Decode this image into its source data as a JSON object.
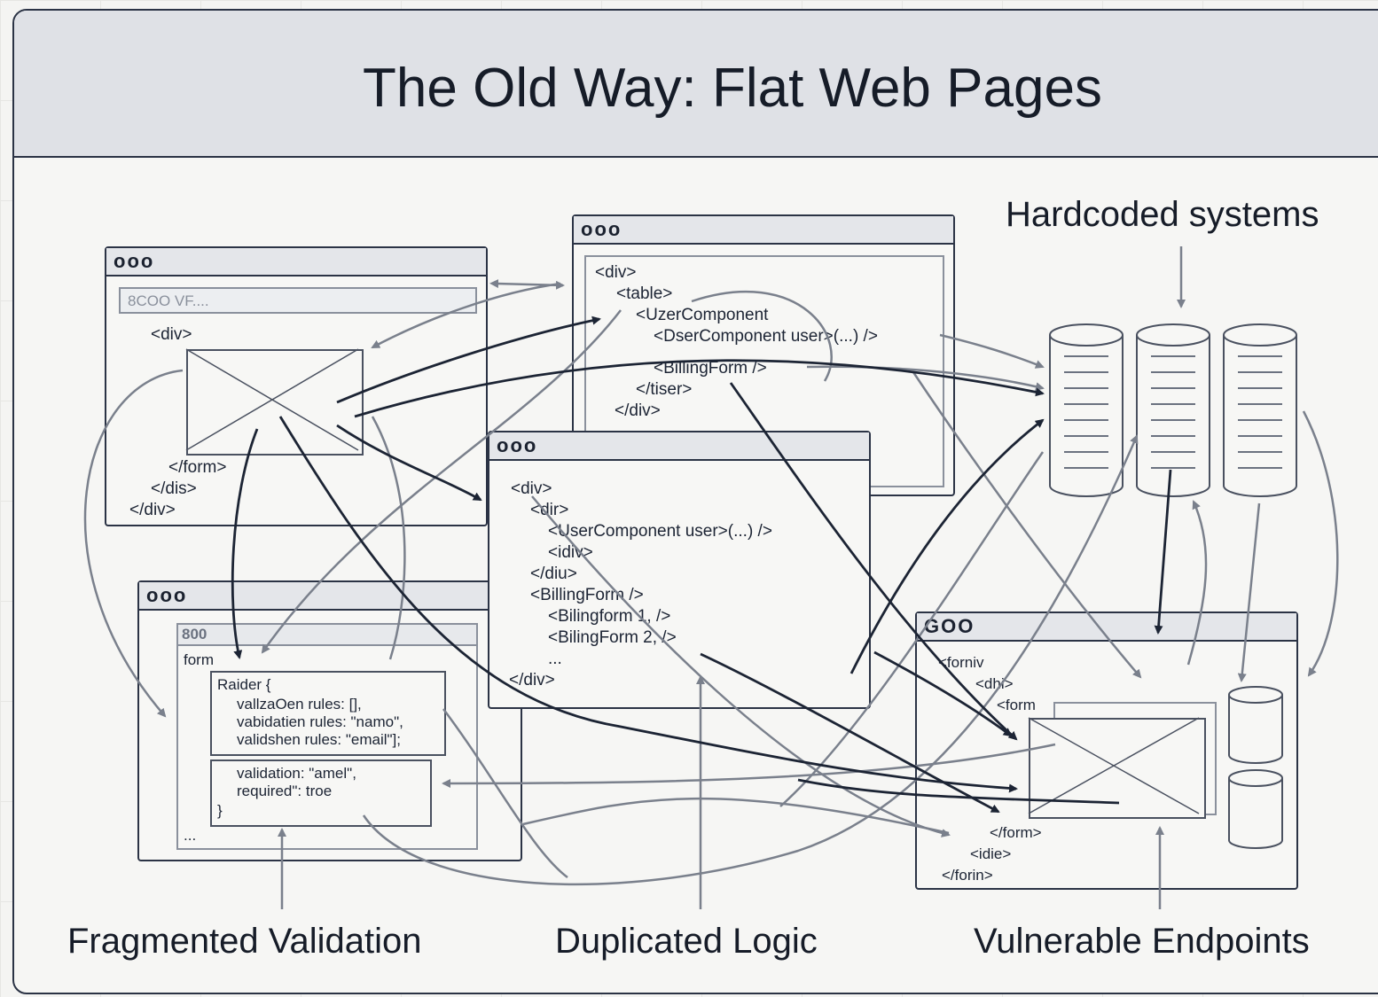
{
  "title": "The Old Way: Flat Web Pages",
  "labels": {
    "hardcoded": "Hardcoded systems",
    "fragmented": "Fragmented Validation",
    "duplicated": "Duplicated Logic",
    "vulnerable": "Vulnerable Endpoints"
  },
  "window_dots": "ooo",
  "windows": {
    "top_left": {
      "address": "8COO VF....",
      "lines": [
        "<div>",
        "</form>",
        "</dis>",
        "</div>"
      ]
    },
    "top_center": {
      "lines": [
        "<div>",
        "<table>",
        "<UzerComponent",
        "<DserComponent user>(...) />",
        "<BillingForm />",
        "</tiser>",
        "</div>"
      ]
    },
    "center": {
      "lines": [
        "<div>",
        "<dir>",
        "<UserComponent user>(...) />",
        "<idiv>",
        "</diu>",
        "<BillingForm />",
        "<Bilingform 1, />",
        "<BilingForm 2, />",
        "...",
        "</div>"
      ]
    },
    "bottom_left": {
      "inner_dots": "800",
      "form": "form",
      "block1": [
        "Raider {",
        "vallzaOen rules: [],",
        "vabidatien rules: \"namo\",",
        "validshen rules: \"email\"];"
      ],
      "block2": [
        "validation: \"amel\",",
        "required\": troe",
        "}"
      ],
      "ellipsis": "..."
    },
    "bottom_right": {
      "dots": "GOO",
      "lines": [
        "<forniv",
        "<dhi>",
        "<form",
        "</form>",
        "<idie>",
        "</forin>"
      ]
    }
  },
  "colors": {
    "ink": "#1c2434",
    "grey_arrow": "#7a808c",
    "header": "#dfe1e6"
  }
}
